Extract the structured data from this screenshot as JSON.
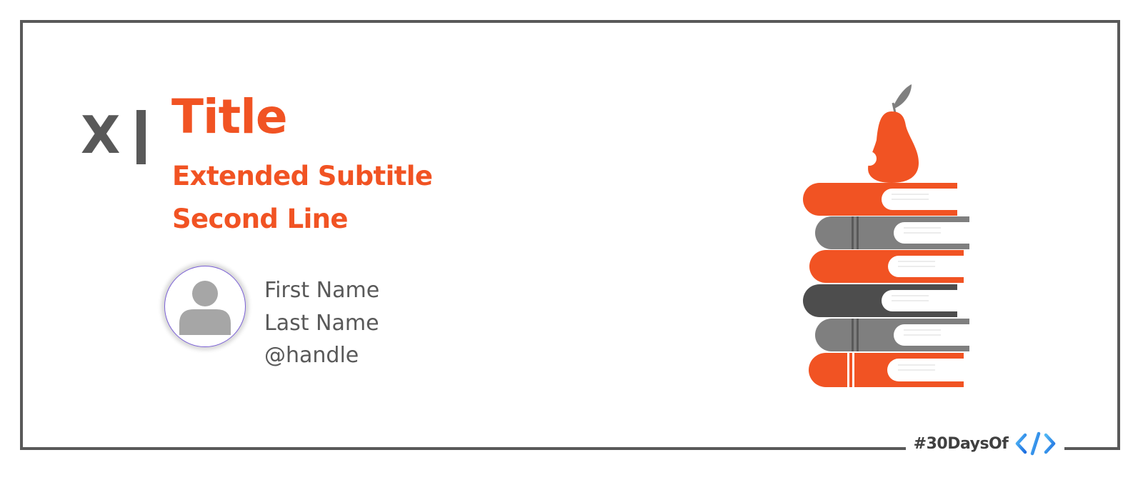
{
  "card": {
    "series_label": "X",
    "title": "Title",
    "subtitle_line1": "Extended Subtitle",
    "subtitle_line2": "Second Line"
  },
  "author": {
    "first_name": "First Name",
    "last_name": "Last Name",
    "handle": "@handle",
    "avatar_icon": "user-silhouette-icon"
  },
  "illustration": {
    "name": "book-stack-with-pear",
    "book_colors": [
      "#f15323",
      "#7f7f7f",
      "#f15323",
      "#4d4d4d",
      "#7f7f7f",
      "#f15323"
    ],
    "pear_color": "#f15323",
    "leaf_color": "#7f7f7f"
  },
  "branding": {
    "hashtag": "#30DaysOf",
    "logo_icon": "code-brackets-icon"
  },
  "colors": {
    "accent": "#f15323",
    "text_gray": "#595959",
    "frame": "#595959"
  }
}
